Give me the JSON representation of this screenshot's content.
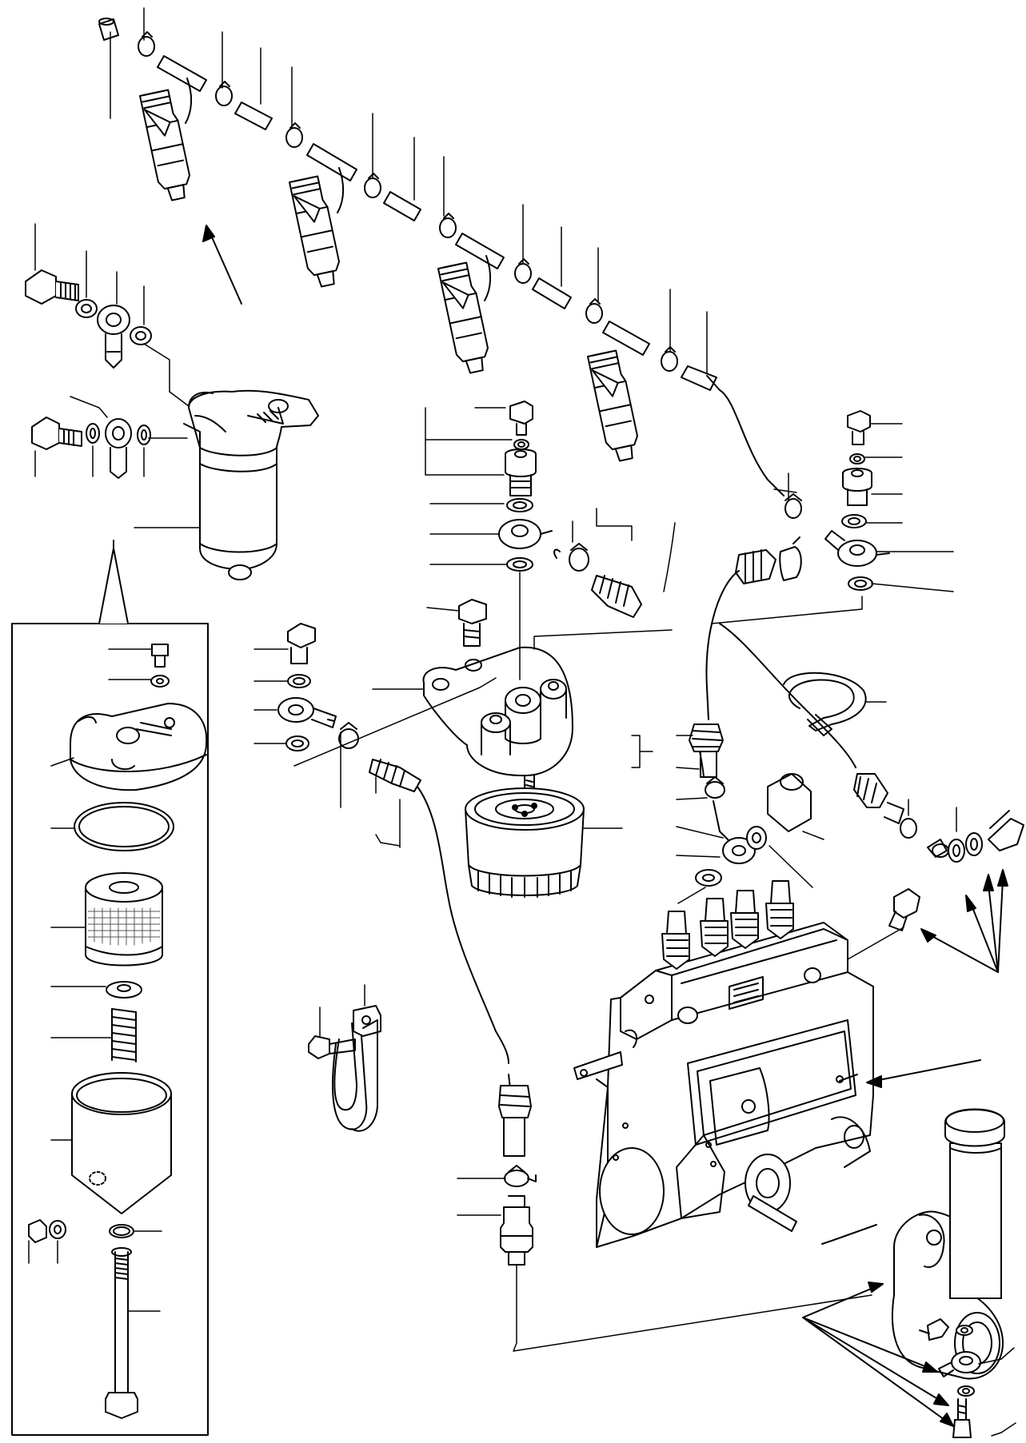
{
  "diagram": {
    "style": "black-and-white exploded parts illustration",
    "colors": {
      "ink": "#000000",
      "paper": "#ffffff",
      "mesh": "#555555"
    },
    "components": [
      "injection-nozzle",
      "leak-off-hose",
      "hose-clip",
      "leak-off-pipe",
      "banjo-bolt",
      "gasket-washer",
      "banjo-fitting",
      "fuel-filter-assembly",
      "filter-head",
      "filter-element",
      "filter-bowl",
      "center-bolt",
      "o-ring",
      "spring",
      "seat-washer",
      "spin-on-filter",
      "filter-bracket",
      "fuel-hose",
      "hose-band",
      "pipe-clamp",
      "injection-pump",
      "feed-pump",
      "priming-pump",
      "hose-adapter",
      "connector"
    ]
  }
}
